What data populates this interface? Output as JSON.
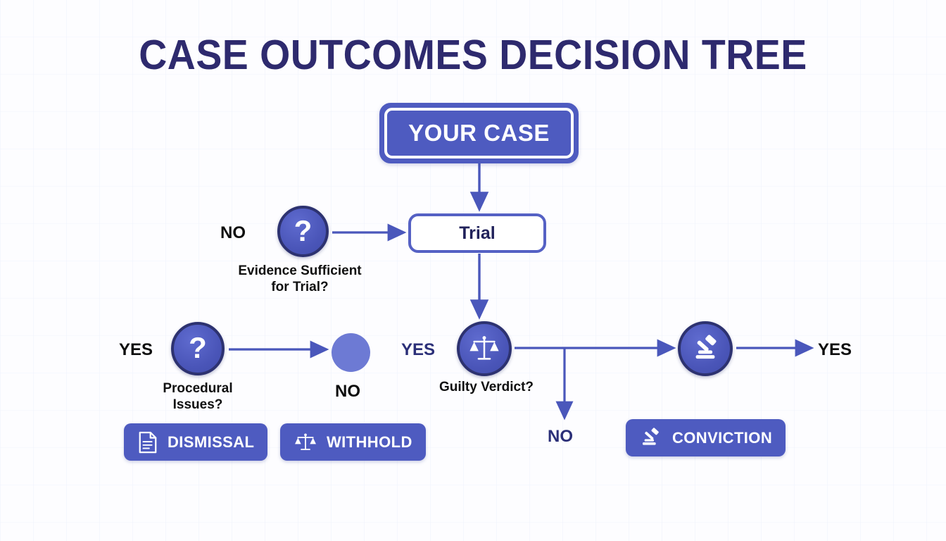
{
  "page": {
    "title": "CASE OUTCOMES DECISION TREE",
    "background_color": "#fdfdff",
    "accent_color": "#4e5bc0",
    "accent_dark_color": "#2d3270",
    "title_color": "#2e2a6e",
    "light_circle_color": "#6d7ad4"
  },
  "root": {
    "label": "YOUR CASE"
  },
  "nodes": {
    "trial": {
      "label": "Trial"
    },
    "evidence": {
      "icon": "question-mark-icon",
      "glyph": "?",
      "label": "Evidence Sufficient\nfor Trial?",
      "line1": "Evidence Sufficient",
      "line2": "for Trial?"
    },
    "procedural": {
      "icon": "question-mark-icon",
      "glyph": "?",
      "line1": "Procedural",
      "line2": "Issues?"
    },
    "guilty": {
      "icon": "scales-icon",
      "label": "Guilty Verdict?"
    },
    "gavel": {
      "icon": "gavel-icon",
      "label": ""
    },
    "plain": {
      "icon": "filled-circle-icon",
      "label": ""
    }
  },
  "edge_labels": {
    "no_evidence": "NO",
    "yes_procedural": "YES",
    "no_plain": "NO",
    "yes_guilty": "YES",
    "no_guilty": "NO",
    "yes_final": "YES"
  },
  "outcomes": [
    {
      "label": "DISMISSAL",
      "icon": "document-icon"
    },
    {
      "label": "WITHHOLD",
      "icon": "scales-icon"
    },
    {
      "label": "CONVICTION",
      "icon": "gavel-icon"
    }
  ],
  "chart_data": {
    "type": "diagram",
    "title": "CASE OUTCOMES DECISION TREE",
    "nodes": [
      {
        "id": "your_case",
        "label": "YOUR CASE",
        "shape": "rounded-rect",
        "style": "filled"
      },
      {
        "id": "evidence",
        "label": "Evidence Sufficient for Trial?",
        "shape": "circle",
        "icon": "question-mark-icon"
      },
      {
        "id": "trial",
        "label": "Trial",
        "shape": "rounded-rect",
        "style": "outline"
      },
      {
        "id": "procedural",
        "label": "Procedural Issues?",
        "shape": "circle",
        "icon": "question-mark-icon"
      },
      {
        "id": "plain",
        "label": "",
        "shape": "circle",
        "icon": "filled-circle-icon"
      },
      {
        "id": "guilty",
        "label": "Guilty Verdict?",
        "shape": "circle",
        "icon": "scales-icon"
      },
      {
        "id": "gavel",
        "label": "",
        "shape": "circle",
        "icon": "gavel-icon"
      },
      {
        "id": "dismissal",
        "label": "DISMISSAL",
        "shape": "pill",
        "icon": "document-icon"
      },
      {
        "id": "withhold",
        "label": "WITHHOLD",
        "shape": "pill",
        "icon": "scales-icon"
      },
      {
        "id": "conviction",
        "label": "CONVICTION",
        "shape": "pill",
        "icon": "gavel-icon"
      }
    ],
    "edges": [
      {
        "from": "your_case",
        "to": "trial",
        "label": ""
      },
      {
        "from": "evidence",
        "to": "trial",
        "label": "NO"
      },
      {
        "from": "trial",
        "to": "guilty",
        "label": ""
      },
      {
        "from": "procedural",
        "to": "plain",
        "label": "YES"
      },
      {
        "from": "plain",
        "to": "",
        "label": "NO"
      },
      {
        "from": "guilty",
        "to": "gavel",
        "label": "YES"
      },
      {
        "from": "guilty",
        "to": "",
        "label": "NO"
      },
      {
        "from": "gavel",
        "to": "",
        "label": "YES"
      }
    ]
  }
}
